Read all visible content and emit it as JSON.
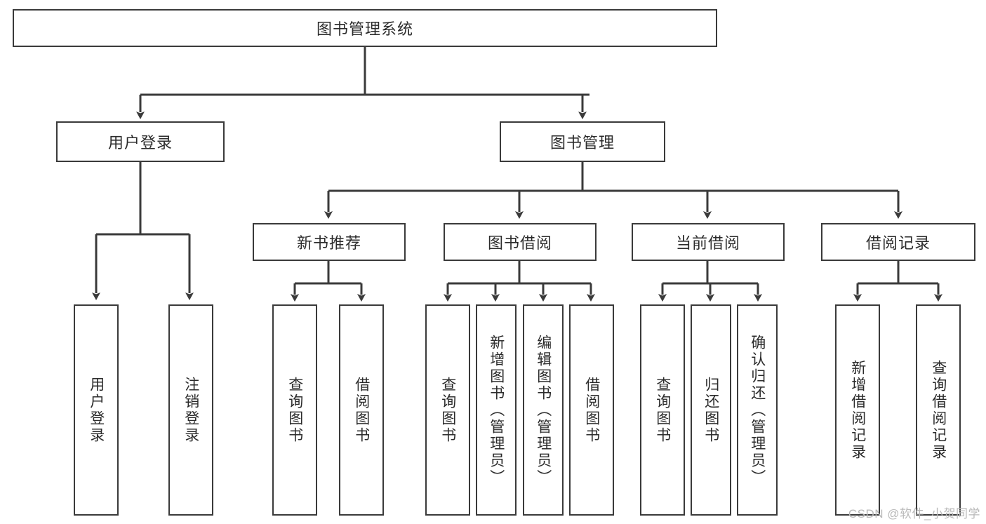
{
  "diagram": {
    "title": "图书管理系统",
    "type": "tree-hierarchy-chart",
    "colors": {
      "stroke": "#3a3a3a",
      "fill": "#ffffff",
      "text": "#2b2b2b",
      "watermark": "#b9b9b9"
    },
    "root": {
      "label": "图书管理系统"
    },
    "level2": [
      {
        "label": "用户登录"
      },
      {
        "label": "图书管理"
      }
    ],
    "level3": [
      {
        "label": "新书推荐"
      },
      {
        "label": "图书借阅"
      },
      {
        "label": "当前借阅"
      },
      {
        "label": "借阅记录"
      }
    ],
    "leaves": {
      "user_login": [
        {
          "label": "用户登录"
        },
        {
          "label": "注销登录"
        }
      ],
      "new_book_recommend": [
        {
          "label": "查询图书"
        },
        {
          "label": "借阅图书"
        }
      ],
      "book_borrow": [
        {
          "label": "查询图书"
        },
        {
          "label": "新增图书（管理员）"
        },
        {
          "label": "编辑图书（管理员）"
        },
        {
          "label": "借阅图书"
        }
      ],
      "current_borrow": [
        {
          "label": "查询图书"
        },
        {
          "label": "归还图书"
        },
        {
          "label": "确认归还（管理员）"
        }
      ],
      "borrow_record": [
        {
          "label": "新增借阅记录"
        },
        {
          "label": "查询借阅记录"
        }
      ]
    }
  },
  "watermark": {
    "text": "CSDN @软件_小贺同学"
  }
}
